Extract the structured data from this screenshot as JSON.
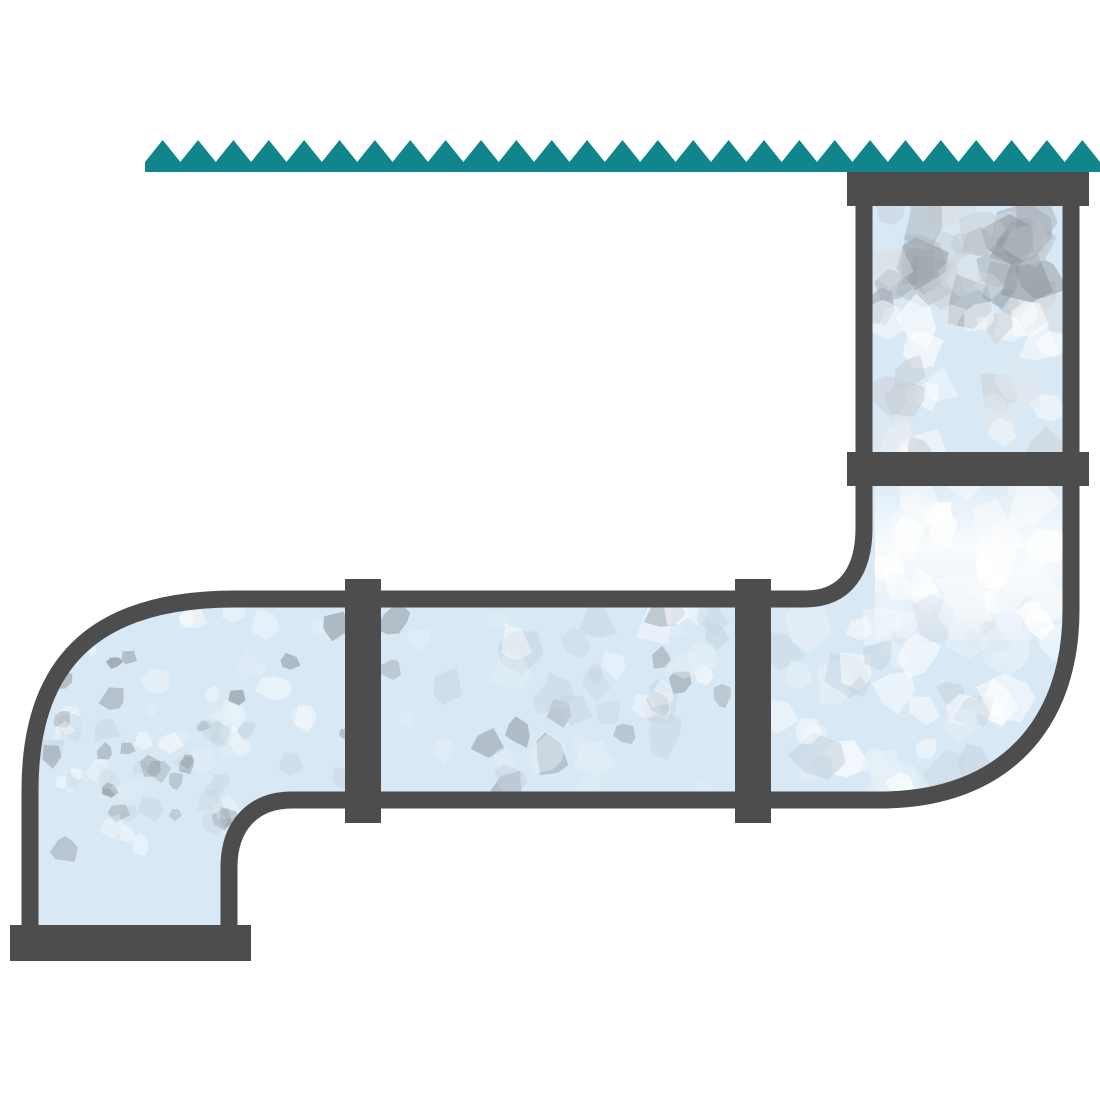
{
  "diagram": {
    "title": "",
    "components": [
      {
        "name": "filter-media-layer",
        "icon": "zigzag-filter-icon"
      },
      {
        "name": "outlet-flange-top"
      },
      {
        "name": "vertical-pipe-segment"
      },
      {
        "name": "coupling-flange-upper"
      },
      {
        "name": "elbow-pipe-right"
      },
      {
        "name": "coupling-ring-right"
      },
      {
        "name": "straight-pipe-segment"
      },
      {
        "name": "coupling-ring-left"
      },
      {
        "name": "elbow-pipe-left"
      },
      {
        "name": "inlet-flange-bottom"
      }
    ],
    "colors": {
      "filter": "#10868c",
      "pipe_wall": "#4d4d4d",
      "fluid": "#d8e8f5",
      "fluid_bright": "#f4f9fd",
      "particle_light": "#ffffff",
      "particle_gray": "#8e959b",
      "particle_dark": "#6e7377"
    }
  }
}
